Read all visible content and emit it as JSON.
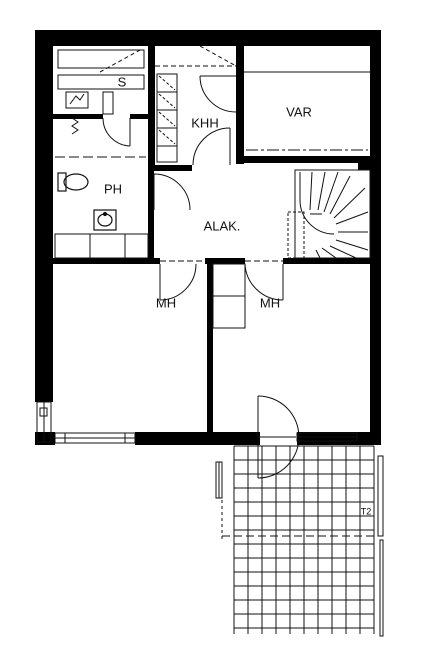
{
  "rooms": [
    {
      "id": "sauna",
      "label": "S"
    },
    {
      "id": "bathroom",
      "label": "PH"
    },
    {
      "id": "utility",
      "label": "KHH"
    },
    {
      "id": "storage",
      "label": "VAR"
    },
    {
      "id": "hall",
      "label": "ALAK."
    },
    {
      "id": "bedroom-1",
      "label": "MH"
    },
    {
      "id": "bedroom-2",
      "label": "MH"
    }
  ],
  "annotations": {
    "terrace_mark": "T2"
  },
  "colors": {
    "wall": "#000000",
    "line": "#111111",
    "background": "#ffffff"
  }
}
